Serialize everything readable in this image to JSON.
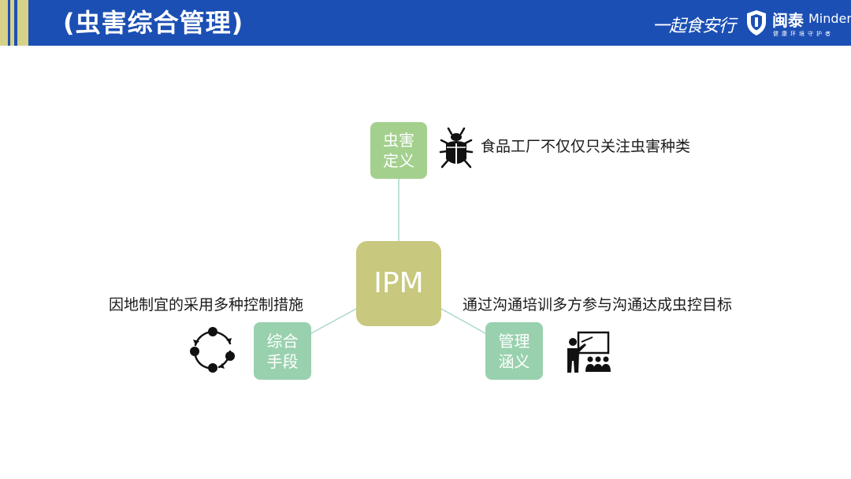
{
  "header": {
    "title": "(虫害综合管理)",
    "slogan": "一起食安行",
    "brand_cn": "闽泰",
    "brand_en": "Minder",
    "brand_sub": "健康环境守护者"
  },
  "diagram": {
    "center": "IPM",
    "nodes": {
      "definition": {
        "label": "虫害\n定义",
        "desc": "食品工厂不仅仅只关注虫害种类",
        "icon": "beetle-icon"
      },
      "integrated": {
        "label": "综合\n手段",
        "desc": "因地制宜的采用多种控制措施",
        "icon": "cycle-icon"
      },
      "management": {
        "label": "管理\n涵义",
        "desc": "通过沟通培训多方参与沟通达成虫控目标",
        "icon": "teacher-icon"
      }
    },
    "colors": {
      "header_blue": "#1b4fb4",
      "header_stripe": "#d7d28a",
      "definition_box": "#a4d08e",
      "ipm_box": "#c8c87e",
      "green_boxes": "#99d1af",
      "connector": "#a8d8cc"
    }
  }
}
